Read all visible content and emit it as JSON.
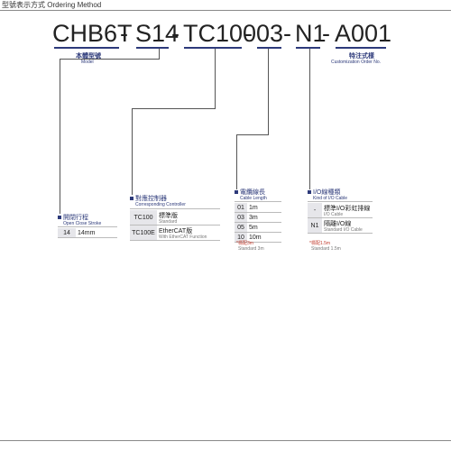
{
  "header": {
    "title": "型號表示方式 Ordering Method"
  },
  "code": {
    "model": "CHB6T",
    "stroke": "S14",
    "controller": "TC100",
    "cable": "03",
    "io": "N1",
    "order": "A001",
    "dash": "-"
  },
  "labels": {
    "model_cn": "本體型號",
    "model_en": "Model",
    "order_cn": "特注式樣",
    "order_en": "Customization Order No."
  },
  "stroke_section": {
    "title_cn": "開閉行程",
    "title_en": "Open Close Stroke",
    "rows": [
      {
        "code": "14",
        "value": "14mm"
      }
    ]
  },
  "controller_section": {
    "title_cn": "對應控制器",
    "title_en": "Corresponding Controller",
    "rows": [
      {
        "code": "TC100",
        "value": "標準版",
        "sub": "Standard"
      },
      {
        "code": "TC100E",
        "value": "EtherCAT版",
        "sub": "With EtherCAT Function"
      }
    ]
  },
  "cable_section": {
    "title_cn": "電纜線長",
    "title_en": "Cable Length",
    "rows": [
      {
        "code": "01",
        "value": "1m"
      },
      {
        "code": "03",
        "value": "3m"
      },
      {
        "code": "05",
        "value": "5m"
      },
      {
        "code": "10",
        "value": "10m"
      }
    ],
    "note_red": "*標配3m",
    "note_grey": "Standard 3m"
  },
  "io_section": {
    "title_cn": "I/O線種類",
    "title_en": "Kind of I/O Cable",
    "rows": [
      {
        "code": "-",
        "value": "標準I/O彩虹排線",
        "sub": "I/O Cable"
      },
      {
        "code": "N1",
        "value": "隔離I/O線",
        "sub": "Standard I/O Cable"
      }
    ],
    "note_red": "*標配1.5m",
    "note_grey": "Standard 1.5m"
  }
}
